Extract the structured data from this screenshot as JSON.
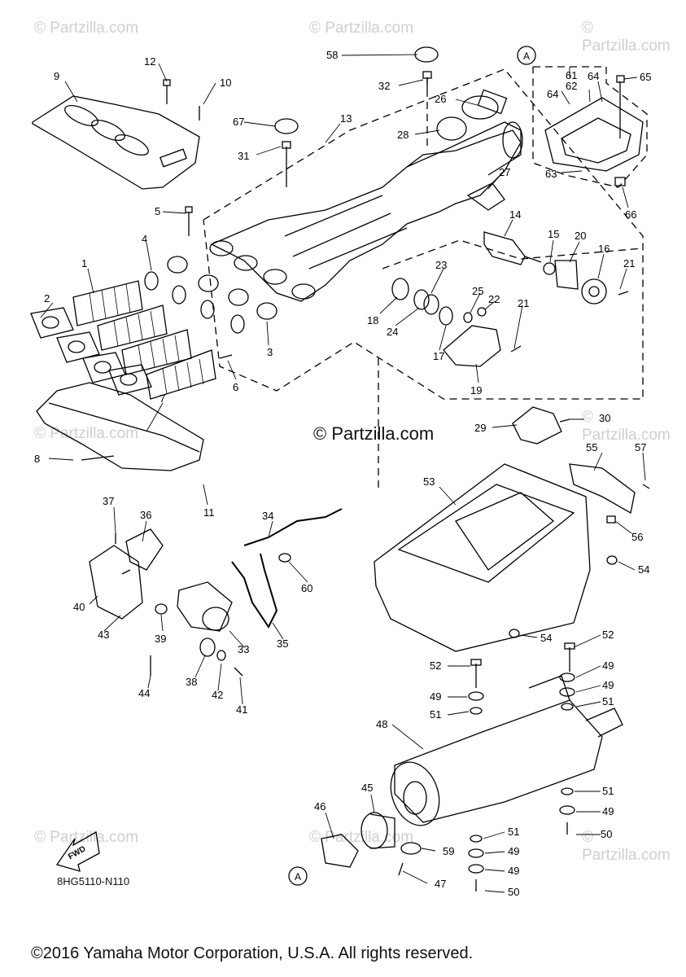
{
  "watermark_text": "© Partzilla.com",
  "center_watermark_text": "© Partzilla.com",
  "diagram_code": "8HG5110-N110",
  "copyright_text": "©2016 Yamaha Motor Corporation, U.S.A. All rights reserved.",
  "callout_a_label": "A",
  "fwd_label": "FWD",
  "part_labels": {
    "p1": "1",
    "p2": "2",
    "p3": "3",
    "p4": "4",
    "p5": "5",
    "p6": "6",
    "p7": "7",
    "p8": "8",
    "p9": "9",
    "p10": "10",
    "p11": "11",
    "p12": "12",
    "p13": "13",
    "p14": "14",
    "p15": "15",
    "p16": "16",
    "p17": "17",
    "p18": "18",
    "p19": "19",
    "p20": "20",
    "p21a": "21",
    "p21b": "21",
    "p22": "22",
    "p23": "23",
    "p24": "24",
    "p25": "25",
    "p26": "26",
    "p27": "27",
    "p28": "28",
    "p29": "29",
    "p30": "30",
    "p31": "31",
    "p32": "32",
    "p33": "33",
    "p34": "34",
    "p35": "35",
    "p36": "36",
    "p37": "37",
    "p38": "38",
    "p39": "39",
    "p40": "40",
    "p41": "41",
    "p42": "42",
    "p43": "43",
    "p44": "44",
    "p45": "45",
    "p46": "46",
    "p47": "47",
    "p48": "48",
    "p49a": "49",
    "p49b": "49",
    "p49c": "49",
    "p49d": "49",
    "p49e": "49",
    "p49f": "49",
    "p50a": "50",
    "p50b": "50",
    "p51a": "51",
    "p51b": "51",
    "p51c": "51",
    "p51d": "51",
    "p52a": "52",
    "p52b": "52",
    "p53": "53",
    "p54a": "54",
    "p54b": "54",
    "p55": "55",
    "p56": "56",
    "p57": "57",
    "p58": "58",
    "p59": "59",
    "p60": "60",
    "p61": "61",
    "p62": "62",
    "p63": "63",
    "p64a": "64",
    "p64b": "64",
    "p65": "65",
    "p66": "66",
    "p67": "67"
  }
}
